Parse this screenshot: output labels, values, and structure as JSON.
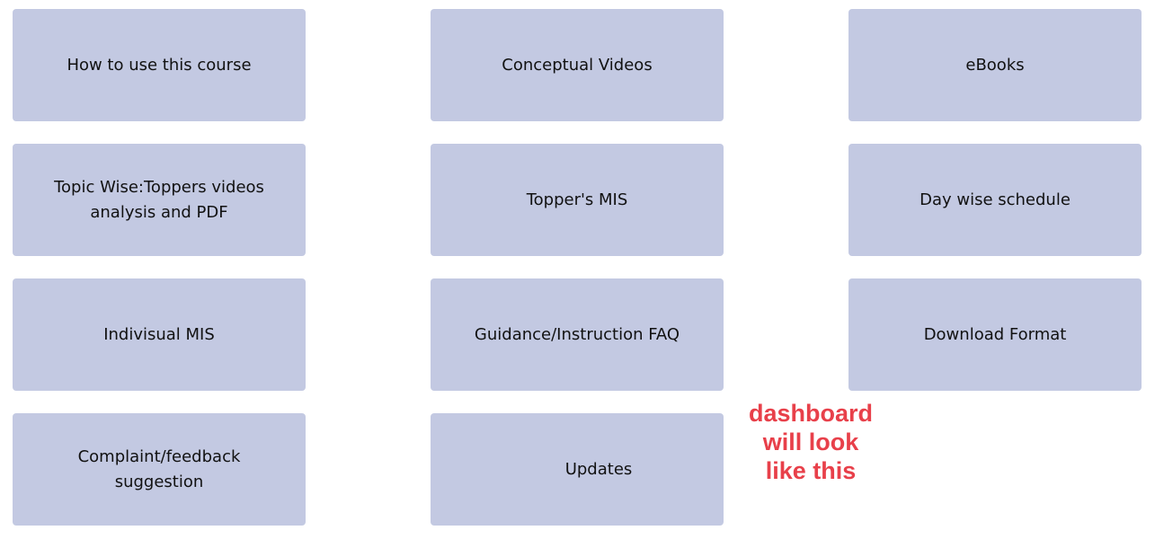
{
  "tiles": [
    {
      "label": "How to use this course"
    },
    {
      "label": "Conceptual Videos"
    },
    {
      "label": "eBooks"
    },
    {
      "label": "Topic Wise:Toppers videos analysis and PDF"
    },
    {
      "label": "Topper's MIS"
    },
    {
      "label": "Day wise schedule"
    },
    {
      "label": "Indivisual MIS"
    },
    {
      "label": "Guidance/Instruction FAQ"
    },
    {
      "label": "Download Format"
    },
    {
      "label": "Complaint/feedback suggestion"
    },
    {
      "label": "Updates"
    }
  ],
  "annotation": {
    "lines": [
      "dashboard",
      "will look",
      "like this"
    ],
    "color": "#e8404a"
  },
  "colors": {
    "tile_background": "#c3c9e2",
    "tile_text": "#111111"
  }
}
